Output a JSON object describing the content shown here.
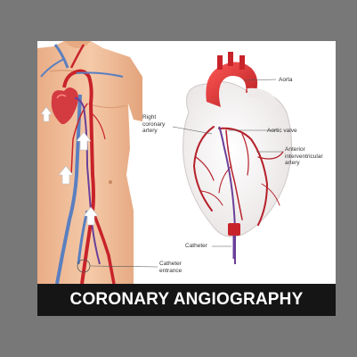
{
  "labels": {
    "aorta": "Aorta",
    "right_coronary": [
      "Right",
      "coronary",
      "artery"
    ],
    "aortic_valve": "Aortic valve",
    "anterior": [
      "Anterior",
      "interventricular",
      "artery"
    ],
    "catheter": "Catheter",
    "catheter_entrance": [
      "Catheter",
      "entrance"
    ]
  },
  "caption": "CORONARY  ANGIOGRAPHY",
  "colors": {
    "background": "#787878",
    "caption_bar": "#151515",
    "caption_text": "#ffffff",
    "skin": "#f0c09c",
    "artery": "#c8232a",
    "catheter": "#6a3f9a"
  }
}
